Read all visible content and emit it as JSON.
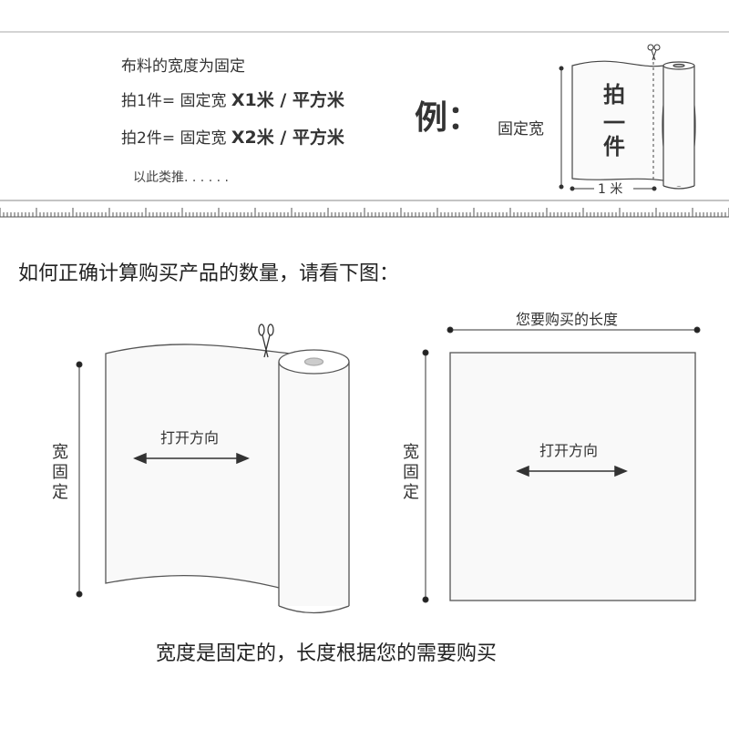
{
  "top_section": {
    "rules": {
      "line1": "布料的宽度为固定",
      "line2_prefix": "拍1件= 固定宽 ",
      "line2_bold": "X1米 / 平方米",
      "line3_prefix": "拍2件= 固定宽 ",
      "line3_bold": "X2米 / 平方米",
      "etc": "以此类推. . . . . ."
    },
    "example": {
      "label": "例：",
      "fixed_width": "固定宽",
      "cloth_text_1": "拍",
      "cloth_text_2": "一",
      "cloth_text_3": "件",
      "length": "1 米"
    }
  },
  "heading": "如何正确计算购买产品的数量，请看下图：",
  "left_diagram": {
    "side_label": [
      "宽",
      "固",
      "定"
    ],
    "direction_label": "打开方向"
  },
  "right_diagram": {
    "top_label": "您要购买的长度",
    "side_label": [
      "宽",
      "固",
      "定"
    ],
    "direction_label": "打开方向"
  },
  "footer": "宽度是固定的，长度根据您的需要购买",
  "colors": {
    "line": "#333333",
    "border": "#999999",
    "fill": "#f7f7f7"
  }
}
